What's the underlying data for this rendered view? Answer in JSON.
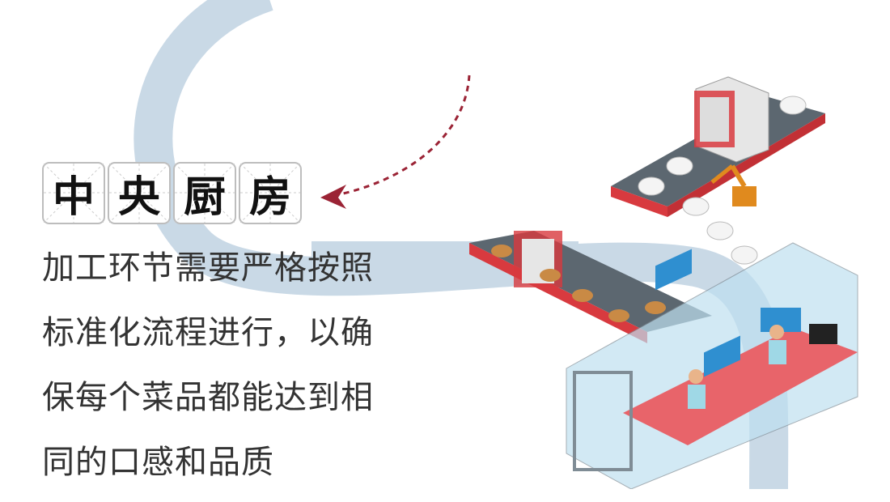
{
  "title": {
    "chars": [
      "中",
      "央",
      "厨",
      "房"
    ]
  },
  "body": {
    "lines": [
      "加工环节需要严格按照",
      "标准化流程进行，以确",
      "保每个菜品都能达到相",
      "同的口感和品质"
    ]
  },
  "colors": {
    "ring": "#c9d9e6",
    "arrow": "#9b2335",
    "conveyor": "#d83a3f",
    "desk": "#e8646a",
    "screen": "#2f8fd0"
  }
}
